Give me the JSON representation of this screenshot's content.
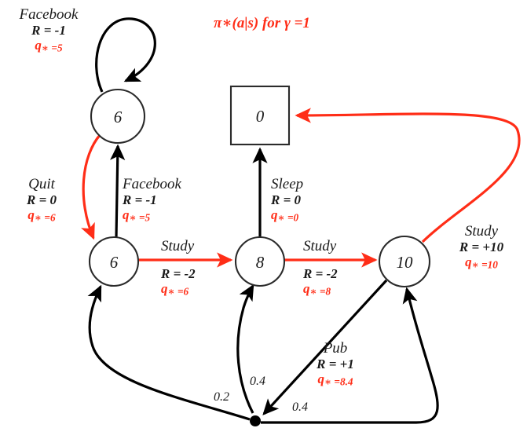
{
  "title": {
    "text": "π∗(a|s) for γ =1",
    "color": "#FF2D17"
  },
  "colors": {
    "optimal_action": "#FF2D17",
    "normal_edge": "#000000",
    "node_stroke": "#2b2b2b",
    "background": "#ffffff"
  },
  "states": [
    {
      "id": "facebook-top",
      "value": "6",
      "shape": "circle"
    },
    {
      "id": "terminal",
      "value": "0",
      "shape": "square"
    },
    {
      "id": "class1",
      "value": "6",
      "shape": "circle"
    },
    {
      "id": "class2",
      "value": "8",
      "shape": "circle"
    },
    {
      "id": "class3",
      "value": "10",
      "shape": "circle"
    }
  ],
  "edges": [
    {
      "id": "facebook-loop",
      "action": "Facebook",
      "reward": "R = -1",
      "q_label": "q",
      "q_star": "∗ =5",
      "optimal": false
    },
    {
      "id": "quit",
      "action": "Quit",
      "reward": "R = 0",
      "q_label": "q",
      "q_star": "∗ =6",
      "optimal": true
    },
    {
      "id": "facebook-enter",
      "action": "Facebook",
      "reward": "R = -1",
      "q_label": "q",
      "q_star": "∗ =5",
      "optimal": false
    },
    {
      "id": "study-1-2",
      "action": "Study",
      "reward": "R = -2",
      "q_label": "q",
      "q_star": "∗ =6",
      "optimal": true
    },
    {
      "id": "sleep",
      "action": "Sleep",
      "reward": "R = 0",
      "q_label": "q",
      "q_star": "∗ =0",
      "optimal": false
    },
    {
      "id": "study-2-3",
      "action": "Study",
      "reward": "R = -2",
      "q_label": "q",
      "q_star": "∗ =8",
      "optimal": true
    },
    {
      "id": "study-3-terminal",
      "action": "Study",
      "reward": "R = +10",
      "q_label": "q",
      "q_star": "∗ =10",
      "optimal": true
    },
    {
      "id": "pub",
      "action": "Pub",
      "reward": "R = +1",
      "q_label": "q",
      "q_star": "∗ =8.4",
      "optimal": false
    }
  ],
  "transition_probabilities": [
    {
      "id": "pub-to-class1",
      "value": "0.2"
    },
    {
      "id": "pub-to-class2",
      "value": "0.4"
    },
    {
      "id": "pub-to-class3",
      "value": "0.4"
    }
  ]
}
